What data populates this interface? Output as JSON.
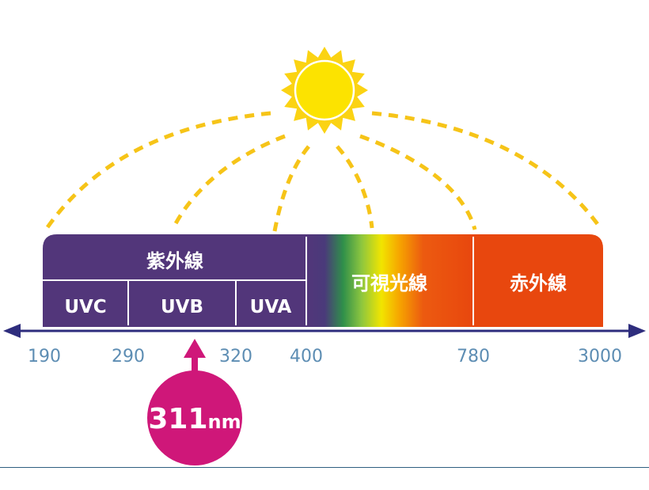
{
  "regions": {
    "uv": "紫外線",
    "visible": "可視光線",
    "ir": "赤外線"
  },
  "uv_bands": [
    "UVC",
    "UVB",
    "UVA"
  ],
  "ticks": [
    "190",
    "290",
    "320",
    "400",
    "780",
    "3000"
  ],
  "marker": {
    "number": "311",
    "unit": "nm"
  },
  "colors": {
    "uv": "#52367a",
    "ir": "#e8470e",
    "axis": "#2e2d7d",
    "tick_text": "#5d8db3",
    "sun": "#fbd313",
    "sun_core": "#fce300",
    "rays": "#f6c418",
    "marker": "#cf1779"
  }
}
